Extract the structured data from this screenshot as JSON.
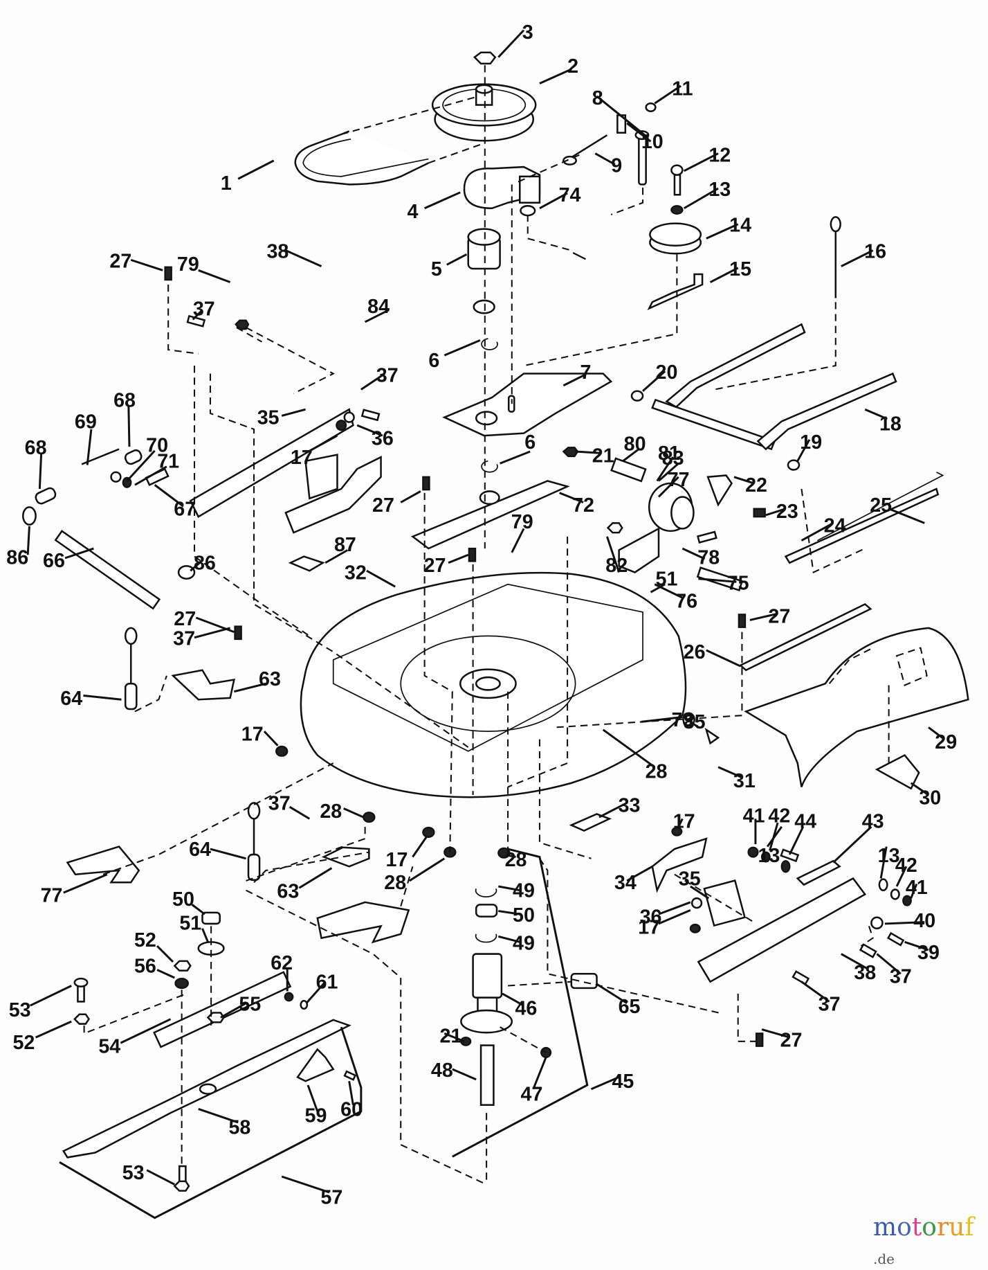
{
  "diagram": {
    "title": "Mower deck exploded parts diagram",
    "callouts": [
      "1",
      "2",
      "3",
      "4",
      "5",
      "6",
      "6",
      "7",
      "8",
      "9",
      "10",
      "11",
      "12",
      "13",
      "13",
      "13",
      "14",
      "15",
      "16",
      "17",
      "17",
      "17",
      "17",
      "17",
      "18",
      "19",
      "20",
      "21",
      "21",
      "22",
      "23",
      "24",
      "25",
      "26",
      "27",
      "27",
      "27",
      "27",
      "27",
      "27",
      "28",
      "28",
      "28",
      "28",
      "29",
      "30",
      "31",
      "32",
      "33",
      "34",
      "35",
      "35",
      "36",
      "36",
      "37",
      "37",
      "37",
      "37",
      "37",
      "37",
      "38",
      "38",
      "39",
      "40",
      "41",
      "41",
      "42",
      "42",
      "43",
      "44",
      "45",
      "46",
      "47",
      "48",
      "49",
      "49",
      "50",
      "50",
      "51",
      "51",
      "52",
      "52",
      "53",
      "53",
      "54",
      "55",
      "56",
      "57",
      "58",
      "59",
      "60",
      "61",
      "62",
      "63",
      "63",
      "64",
      "64",
      "65",
      "66",
      "67",
      "68",
      "68",
      "69",
      "70",
      "71",
      "72",
      "73",
      "74",
      "75",
      "76",
      "77",
      "77",
      "78",
      "79",
      "79",
      "80",
      "81",
      "82",
      "83",
      "84",
      "85",
      "86",
      "86",
      "87"
    ]
  },
  "watermark": {
    "letters": [
      "m",
      "o",
      "t",
      "o",
      "r",
      "u",
      "f"
    ],
    "colors": [
      "#3b5ba8",
      "#4a64b5",
      "#e0408a",
      "#3a9a48",
      "#e8862a",
      "#e8a020",
      "#e8c020"
    ],
    "tld": ".de"
  }
}
